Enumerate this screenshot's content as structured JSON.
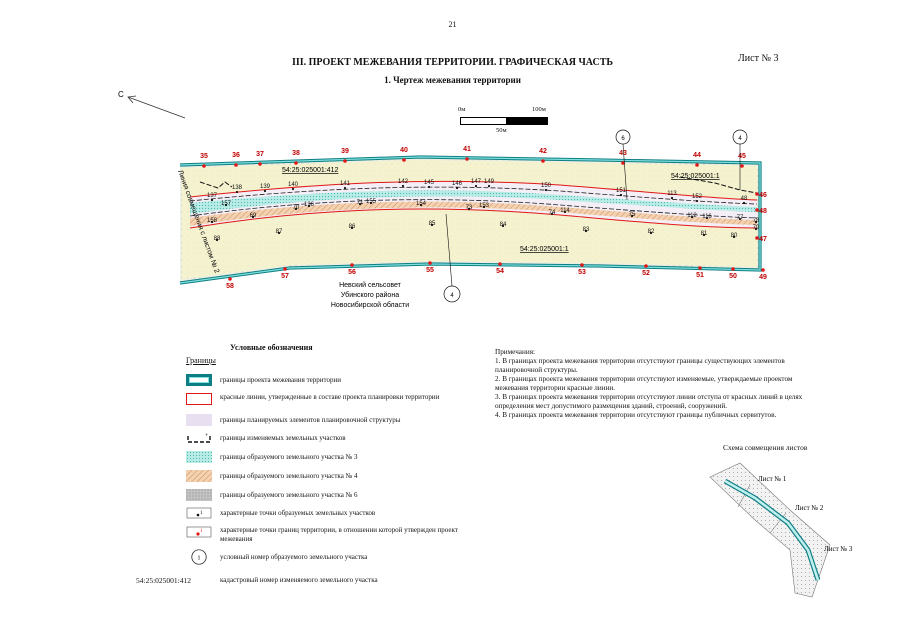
{
  "page_number": "21",
  "title": "III. ПРОЕКТ МЕЖЕВАНИЯ ТЕРРИТОРИИ. ГРАФИЧЕСКАЯ ЧАСТЬ",
  "sheet_label": "Лист № 3",
  "subtitle": "1. Чертеж межевания территории",
  "north_label": "С",
  "scale": {
    "left": "0м",
    "right": "100м",
    "middle": "50м"
  },
  "plan": {
    "side_label": "Линия совмещения с листом № 2",
    "cadastral_labels": [
      "54:25:025001:412",
      "54:25:025001:1",
      "54:25:025001:1"
    ],
    "circle_numbers": [
      "6",
      "4",
      "4"
    ],
    "region_text": [
      "Невский сельсовет",
      "Убинского района",
      "Новосибирской области"
    ],
    "top_points": [
      "35",
      "36",
      "37",
      "38",
      "39",
      "40",
      "41",
      "42",
      "43",
      "44",
      "45"
    ],
    "bottom_points": [
      "58",
      "57",
      "56",
      "55",
      "54",
      "53",
      "52",
      "51",
      "50",
      "49"
    ],
    "right_points": [
      "46",
      "48",
      "47"
    ],
    "inner_upper": [
      "137",
      "138",
      "139",
      "140",
      "141",
      "142",
      "145",
      "146",
      "147",
      "149",
      "150",
      "151",
      "113",
      "152",
      "48"
    ],
    "inner_middle": [
      "157",
      "70",
      "136",
      "71",
      "155",
      "154",
      "73",
      "153",
      "74",
      "114",
      "75",
      "112",
      "116",
      "77"
    ],
    "inner_lower": [
      "158",
      "69",
      "88",
      "87",
      "86",
      "85",
      "84",
      "83",
      "82",
      "81",
      "80",
      "78",
      "79"
    ]
  },
  "legend": {
    "heading": "Условные обозначения",
    "group": "Границы",
    "items": [
      "границы проекта межевания территории",
      "красные линии, утвержденные в составе проекта планировки территории",
      "границы планируемых элементов планировочной структуры",
      "границы изменяемых земельных участков",
      "границы образуемого земельного участка № 3",
      "границы образуемого земельного участка № 4",
      "границы образуемого земельного участка № 6",
      "характерные точки образуемых земельных участков",
      "характерные точки границ территории, в отношении которой утвержден проект межевания",
      "условный номер образуемого земельного участка",
      "кадастровый номер изменяемого земельного участка"
    ],
    "circle_sample": "1",
    "cad_sample": "54:25:025001:412"
  },
  "notes": {
    "heading": "Примечания:",
    "items": [
      "1. В границах проекта межевания территории отсутствуют границы существующих элементов планировочной структуры.",
      "2. В границах проекта межевания территории отсутствуют изменяемые, утверждаемые проектом межевания территории красные линии.",
      "3. В границах проекта межевания территории отсутствуют линии отступа от красных линий в целях определения мест допустимого размещения зданий, строений, сооружений.",
      "4. В границах проекта межевания территории отсутствуют границы публичных сервитутов."
    ]
  },
  "scheme": {
    "title": "Схема совмещения листов",
    "sheets": [
      "Лист № 1",
      "Лист № 2",
      "Лист № 3"
    ]
  },
  "colors": {
    "boundary": "#1a9aa0",
    "red_line": "#e01818",
    "zone3": "#7fd8d0",
    "zone4": "#e8b88a",
    "zone6": "#b8b8b8",
    "elements": "#e8e0f0",
    "territory": "#f7f3c8"
  }
}
